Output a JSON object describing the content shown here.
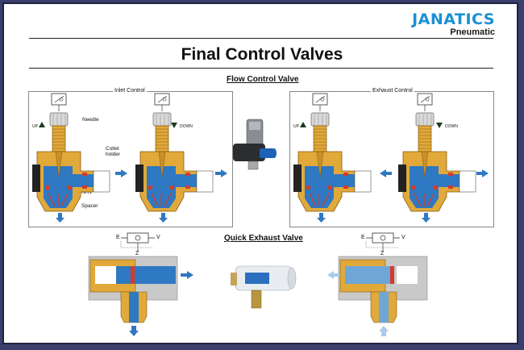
{
  "brand": {
    "name": "JANATICS",
    "subtitle": "Pneumatic"
  },
  "title": "Final Control Valves",
  "flow_control": {
    "title": "Flow Control Valve",
    "inlet_label": "Inlet Control",
    "exhaust_label": "Exhaust Control",
    "callouts": {
      "needle": "Needle",
      "collet": "Collet\nholder",
      "nrv": "NRV",
      "spacer": "Spacer"
    },
    "up": "UP",
    "down": "DOWN"
  },
  "quick_exhaust": {
    "title": "Quick Exhaust Valve",
    "symbol_labels": {
      "e": "E",
      "v": "V",
      "z": "Z"
    }
  },
  "colors": {
    "brass": "#e0a93a",
    "air": "#2f78c2",
    "seal": "#d43b2a",
    "accent": "#1a8fd6"
  }
}
